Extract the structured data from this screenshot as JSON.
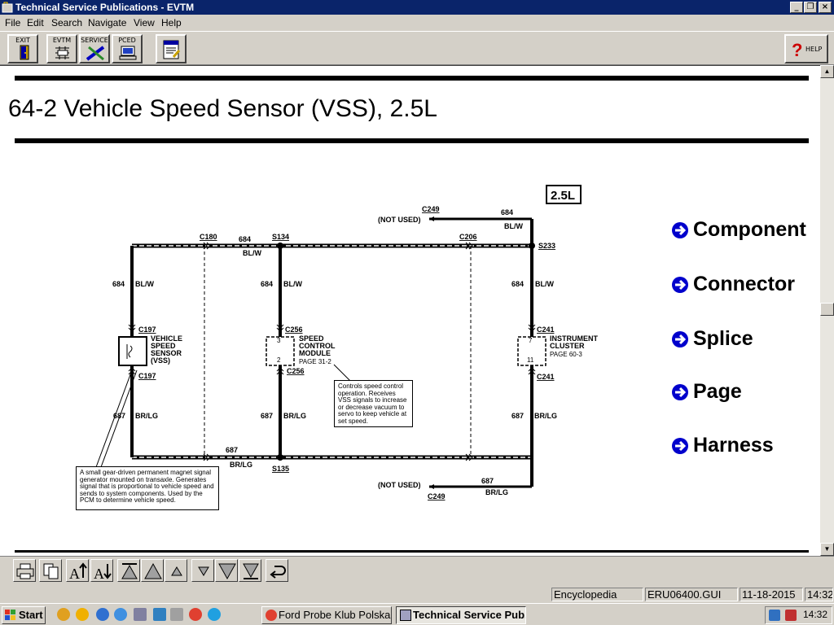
{
  "window": {
    "title": "Technical Service Publications - EVTM",
    "minimize_glyph": "_",
    "restore_glyph": "❐",
    "close_glyph": "×"
  },
  "menu": [
    "File",
    "Edit",
    "Search",
    "Navigate",
    "View",
    "Help"
  ],
  "toolbar": {
    "exit": "EXIT",
    "evtm": "EVTM",
    "service": "SERVICE",
    "pced": "PCED",
    "help": "HELP"
  },
  "document": {
    "title": "64-2 Vehicle Speed Sensor (VSS), 2.5L",
    "engine_badge": "2.5L",
    "legend": [
      "Component",
      "Connector",
      "Splice",
      "Page",
      "Harness"
    ]
  },
  "diagram": {
    "connectors": {
      "c249_top": "C249",
      "c249_bottom": "C249",
      "c180": "C180",
      "c206": "C206",
      "c197_top": "C197",
      "c197_bottom": "C197",
      "c256_top": "C256",
      "c256_bottom": "C256",
      "c241_top": "C241",
      "c241_bottom": "C241"
    },
    "splices": {
      "s134": "S134",
      "s233": "S233",
      "s135": "S135"
    },
    "not_used_top": "(NOT USED)",
    "not_used_bottom": "(NOT USED)",
    "circuits": {
      "c684": "684",
      "c687": "687",
      "blw": "BL/W",
      "brlg": "BR/LG"
    },
    "components": {
      "vss": [
        "VEHICLE",
        "SPEED",
        "SENSOR",
        "(VSS)"
      ],
      "scm": [
        "SPEED",
        "CONTROL",
        "MODULE",
        "PAGE 31-2"
      ],
      "ic": [
        "INSTRUMENT",
        "CLUSTER",
        "PAGE 60-3"
      ]
    },
    "pins": {
      "scm_top": "3",
      "scm_bottom": "2",
      "ic_top": "7",
      "ic_bottom": "11"
    },
    "notes": {
      "scm": "Controls speed control operation. Receives VSS signals to increase or decrease vacuum to servo to keep vehicle at set speed.",
      "vss": "A small gear-driven permanent magnet signal generator mounted on transaxle. Generates signal that is proportional to vehicle speed and sends to system components. Used by the PCM to determine vehicle speed."
    }
  },
  "statusbar": {
    "mode": "Encyclopedia",
    "file": "ERU06400.GUI",
    "date": "11-18-2015",
    "time": "14:32"
  },
  "taskbar": {
    "start": "Start",
    "tasks": [
      "Ford Probe Klub Polska • ...",
      "Technical Service Pub..."
    ],
    "clock": "14:32"
  },
  "colors": {
    "titlebar": "#0a246a",
    "legend_arrow": "#0000cc"
  }
}
